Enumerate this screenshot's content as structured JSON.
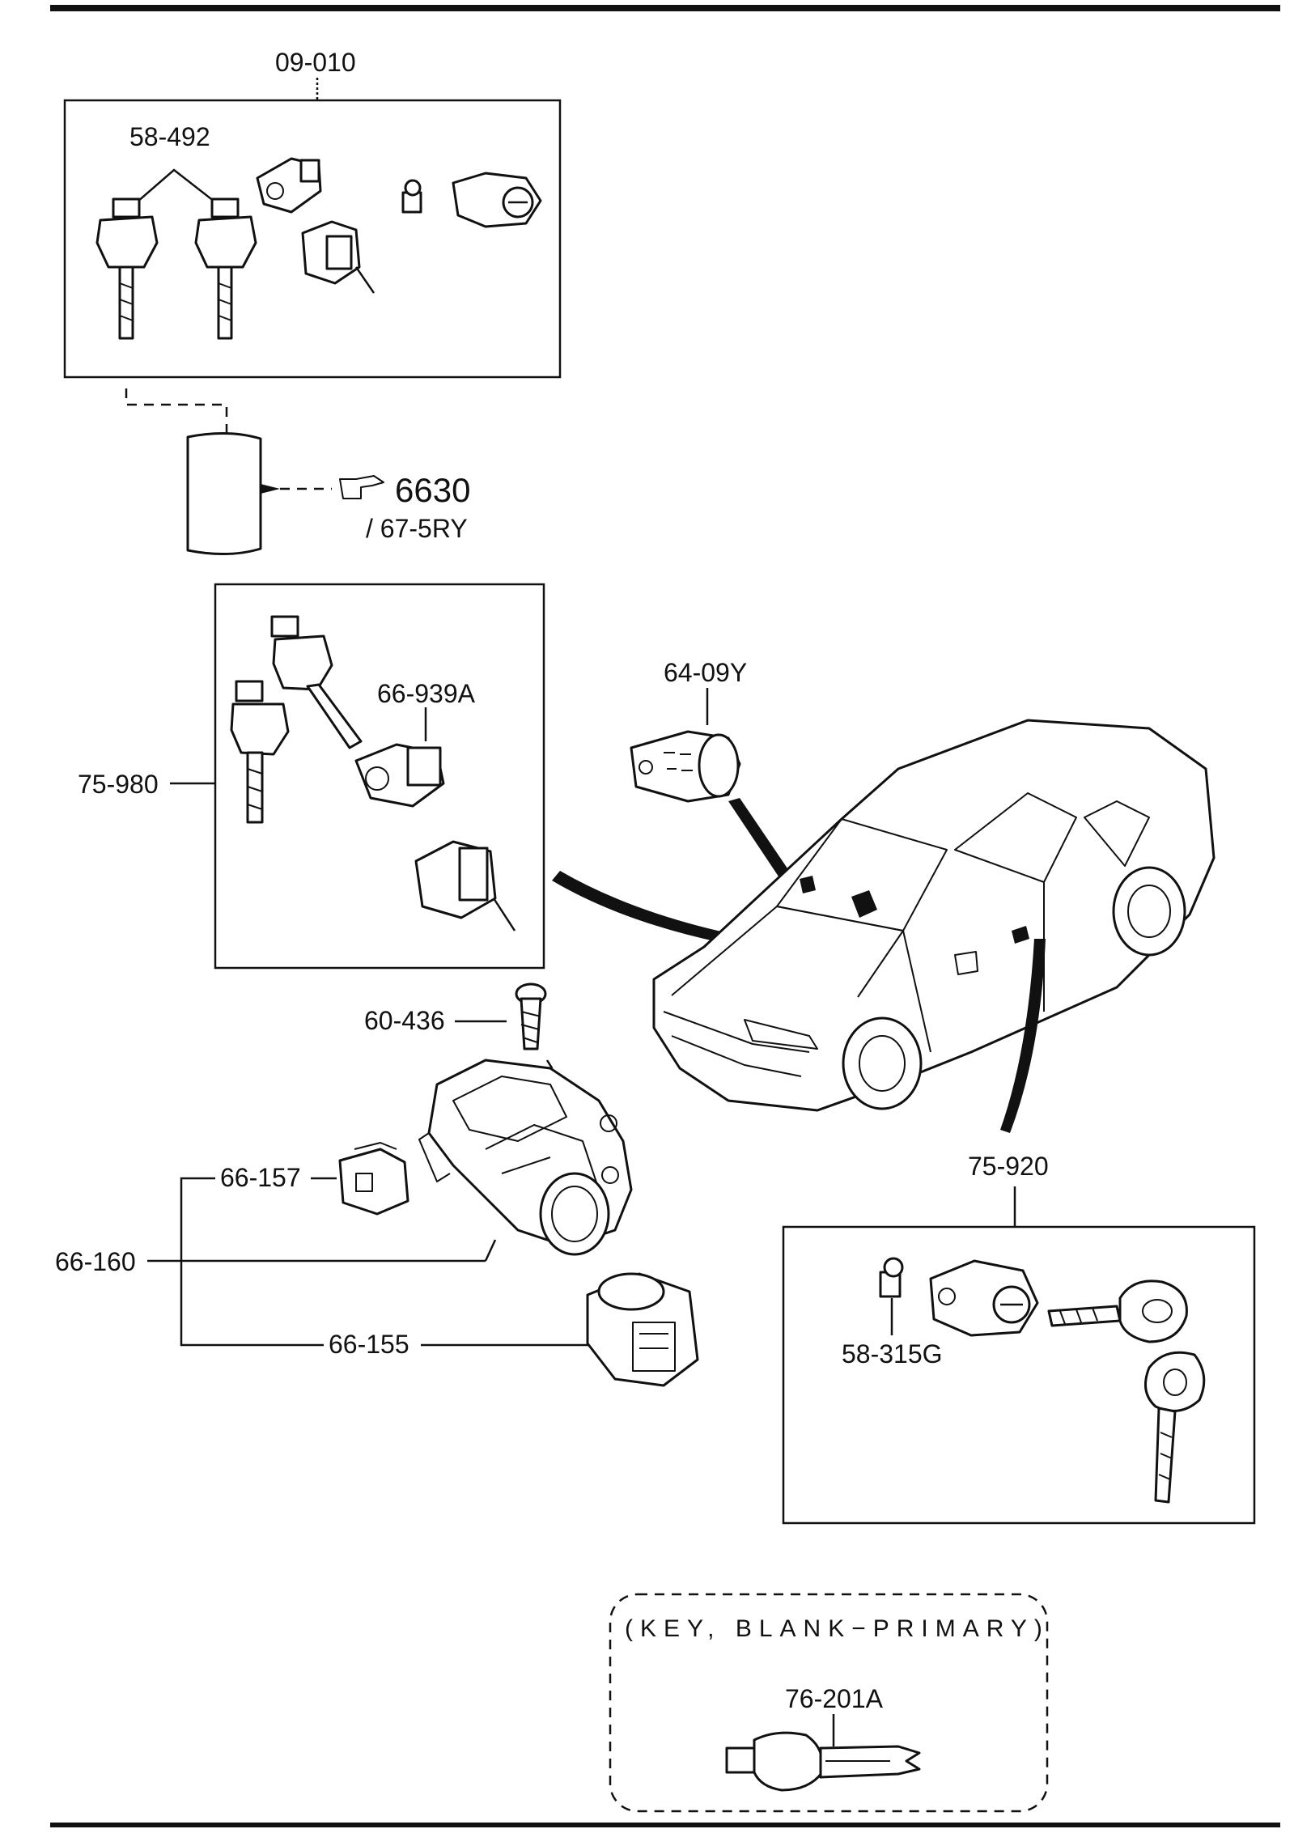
{
  "labels": {
    "kit_top": "09-010",
    "keys_top": "58-492",
    "sleeve_ref": "6630",
    "sleeve_ref_sub": "/ 67-5RY",
    "kit_middle": "75-980",
    "insert_middle": "66-939A",
    "door_cylinder": "64-09Y",
    "screw": "60-436",
    "connector": "66-157",
    "ignition_assembly": "66-160",
    "ignition_switch": "66-155",
    "kit_right": "75-920",
    "spring_clip": "58-315G",
    "blank_key": "76-201A"
  },
  "caption": "(KEY, BLANK−PRIMARY)",
  "colors": {
    "ink": "#111111",
    "paper": "#ffffff"
  },
  "icons": [
    "finger-pointer-icon"
  ]
}
